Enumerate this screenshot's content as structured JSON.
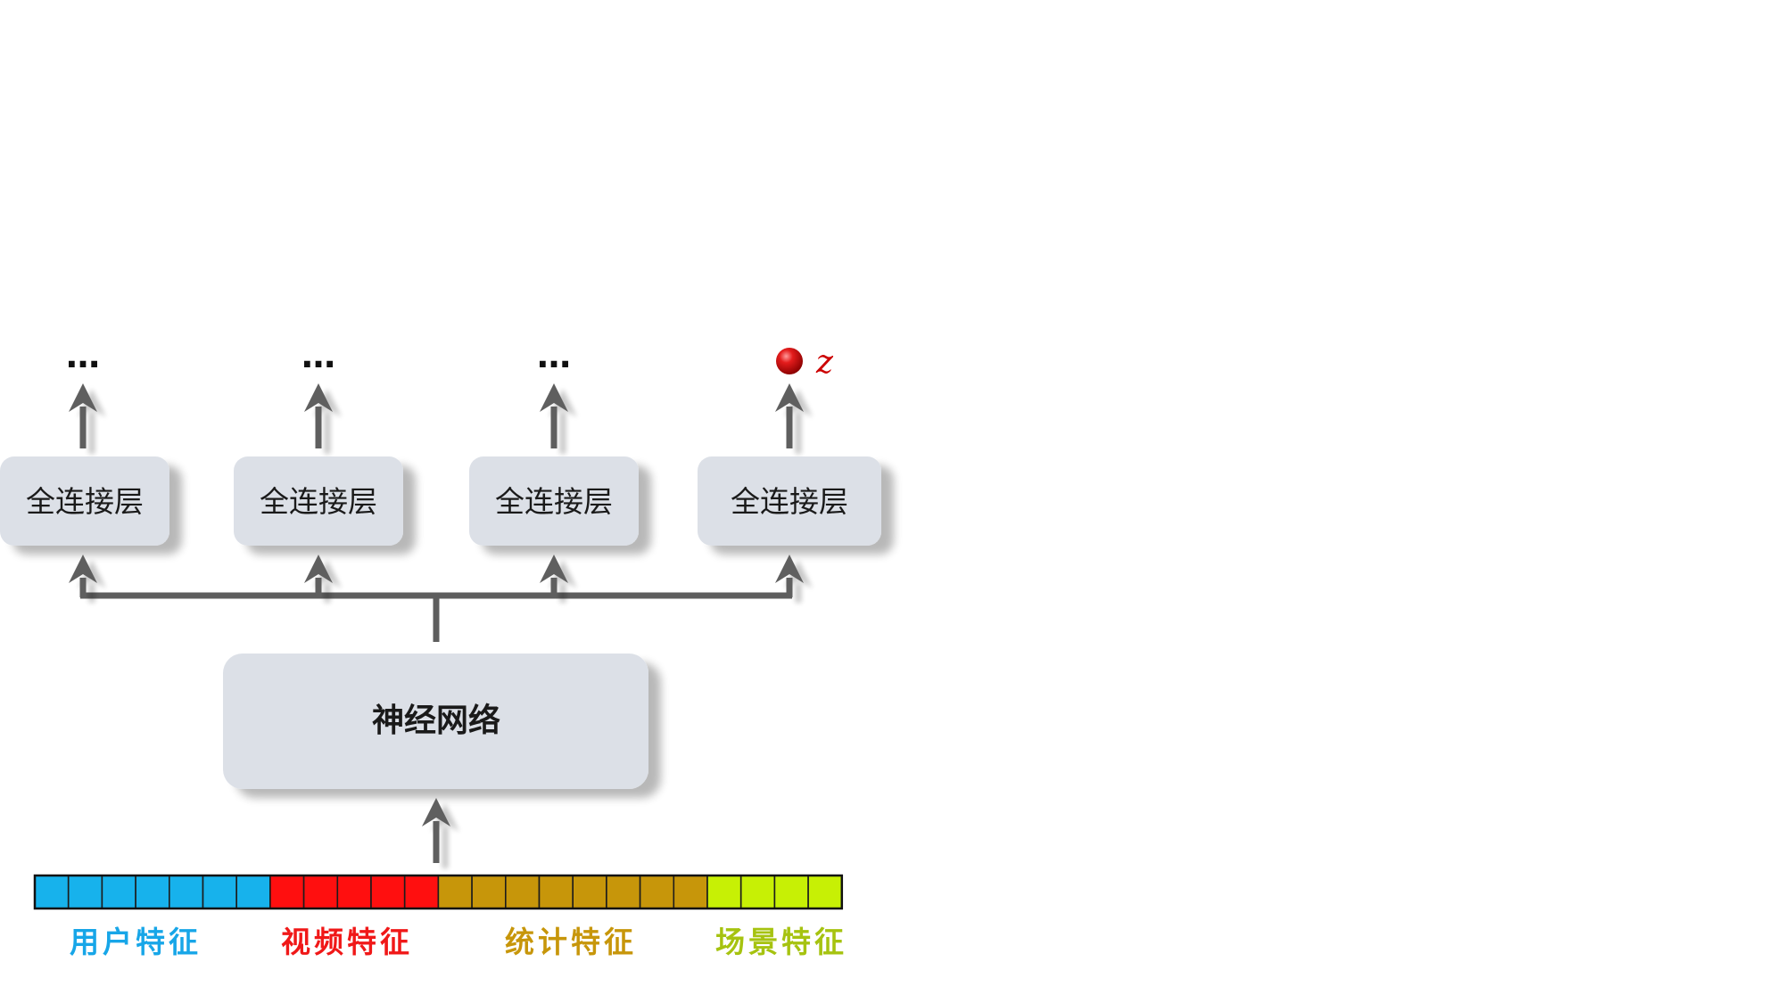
{
  "output_heads": [
    {
      "layer_label": "全连接层",
      "output_label": "…",
      "output_type": "dots"
    },
    {
      "layer_label": "全连接层",
      "output_label": "…",
      "output_type": "dots"
    },
    {
      "layer_label": "全连接层",
      "output_label": "…",
      "output_type": "dots"
    },
    {
      "layer_label": "全连接层",
      "output_label": "z",
      "output_type": "ball"
    }
  ],
  "network_label": "神经网络",
  "features": [
    {
      "label": "用户特征",
      "cells": 7,
      "color": "#17b2ec",
      "text_color": "#17a6e8"
    },
    {
      "label": "视频特征",
      "cells": 5,
      "color": "#ff0f0f",
      "text_color": "#f01818"
    },
    {
      "label": "统计特征",
      "cells": 8,
      "color": "#c7960a",
      "text_color": "#c7960a"
    },
    {
      "label": "场景特征",
      "cells": 4,
      "color": "#c7f005",
      "text_color": "#a6c310"
    }
  ],
  "colors": {
    "box_fill": "#dce0e7",
    "arrow": "#5e5e5e",
    "ball": "#d40f0f",
    "z_text": "#cc0000"
  }
}
